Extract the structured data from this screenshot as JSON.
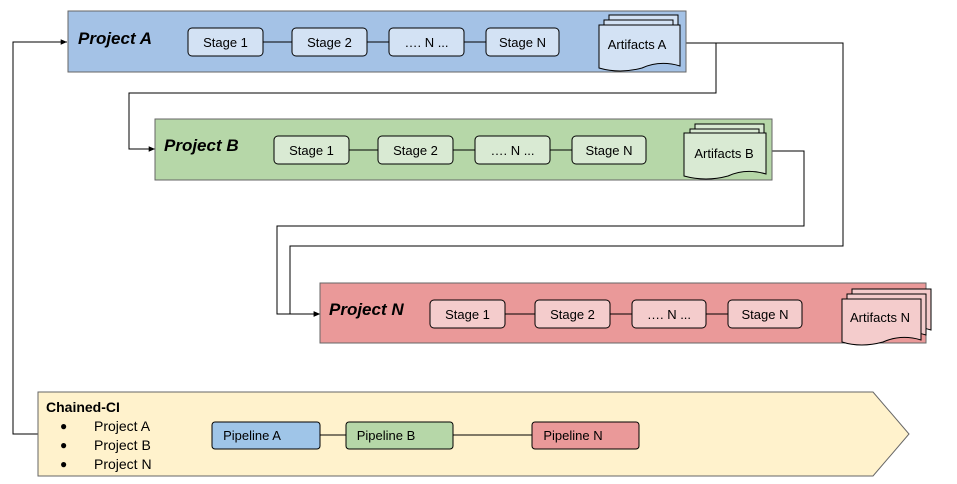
{
  "colors": {
    "project_a_fill": "#a4c2e6",
    "project_a_light": "#d3e2f4",
    "project_b_fill": "#b6d7a8",
    "project_b_light": "#d9ead3",
    "project_n_fill": "#ea9999",
    "project_n_light": "#f4cccc",
    "chained_fill": "#fff2cc",
    "pipeline_a": "#9fc5e8",
    "pipeline_b": "#b6d7a8",
    "pipeline_n": "#ea9999",
    "line": "#000000"
  },
  "projects": [
    {
      "title": "Project A",
      "stages": [
        "Stage 1",
        "Stage 2",
        "…. N ...",
        "Stage N"
      ],
      "artifacts": "Artifacts A"
    },
    {
      "title": "Project B",
      "stages": [
        "Stage 1",
        "Stage 2",
        "…. N ...",
        "Stage N"
      ],
      "artifacts": "Artifacts B"
    },
    {
      "title": "Project N",
      "stages": [
        "Stage 1",
        "Stage 2",
        "…. N ...",
        "Stage N"
      ],
      "artifacts": "Artifacts N"
    }
  ],
  "chained_ci": {
    "title": "Chained-CI",
    "bullet": "●",
    "list": [
      "Project A",
      "Project B",
      "Project N"
    ],
    "pipelines": [
      "Pipeline A",
      "Pipeline B",
      "Pipeline N"
    ]
  }
}
